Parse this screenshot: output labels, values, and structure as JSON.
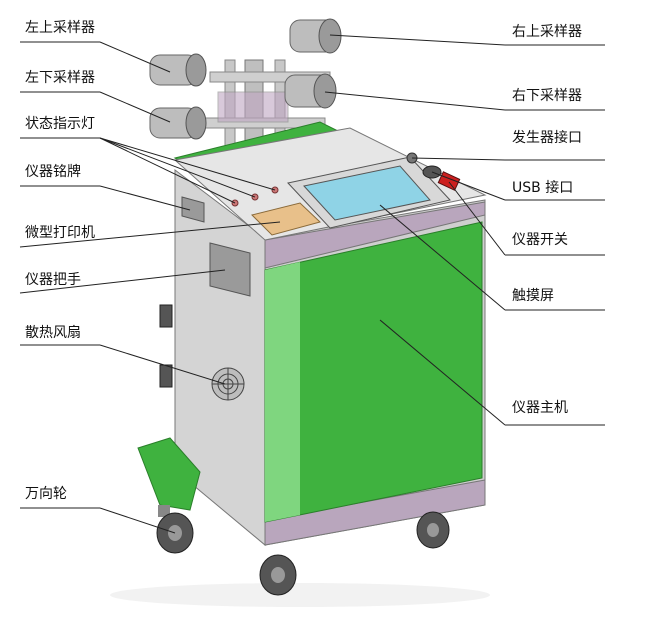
{
  "labels": {
    "left_upper_sampler": "左上采样器",
    "left_lower_sampler": "左下采样器",
    "status_light": "状态指示灯",
    "nameplate": "仪器铭牌",
    "micro_printer": "微型打印机",
    "handle": "仪器把手",
    "fan": "散热风扇",
    "caster": "万向轮",
    "right_upper_sampler": "右上采样器",
    "right_lower_sampler": "右下采样器",
    "generator_port": "发生器接口",
    "usb_port": "USB 接口",
    "power_switch": "仪器开关",
    "touchscreen": "触摸屏",
    "main_unit": "仪器主机"
  },
  "colors": {
    "green": "#3fb23f",
    "green_light": "#7fd67f",
    "body_grey": "#d4d4d4",
    "top_grey": "#e6e6e6",
    "band_purple": "#b9a6bd",
    "screen": "#8fd3e6",
    "printer": "#e8c08a",
    "switch_red": "#cc1f1f"
  }
}
